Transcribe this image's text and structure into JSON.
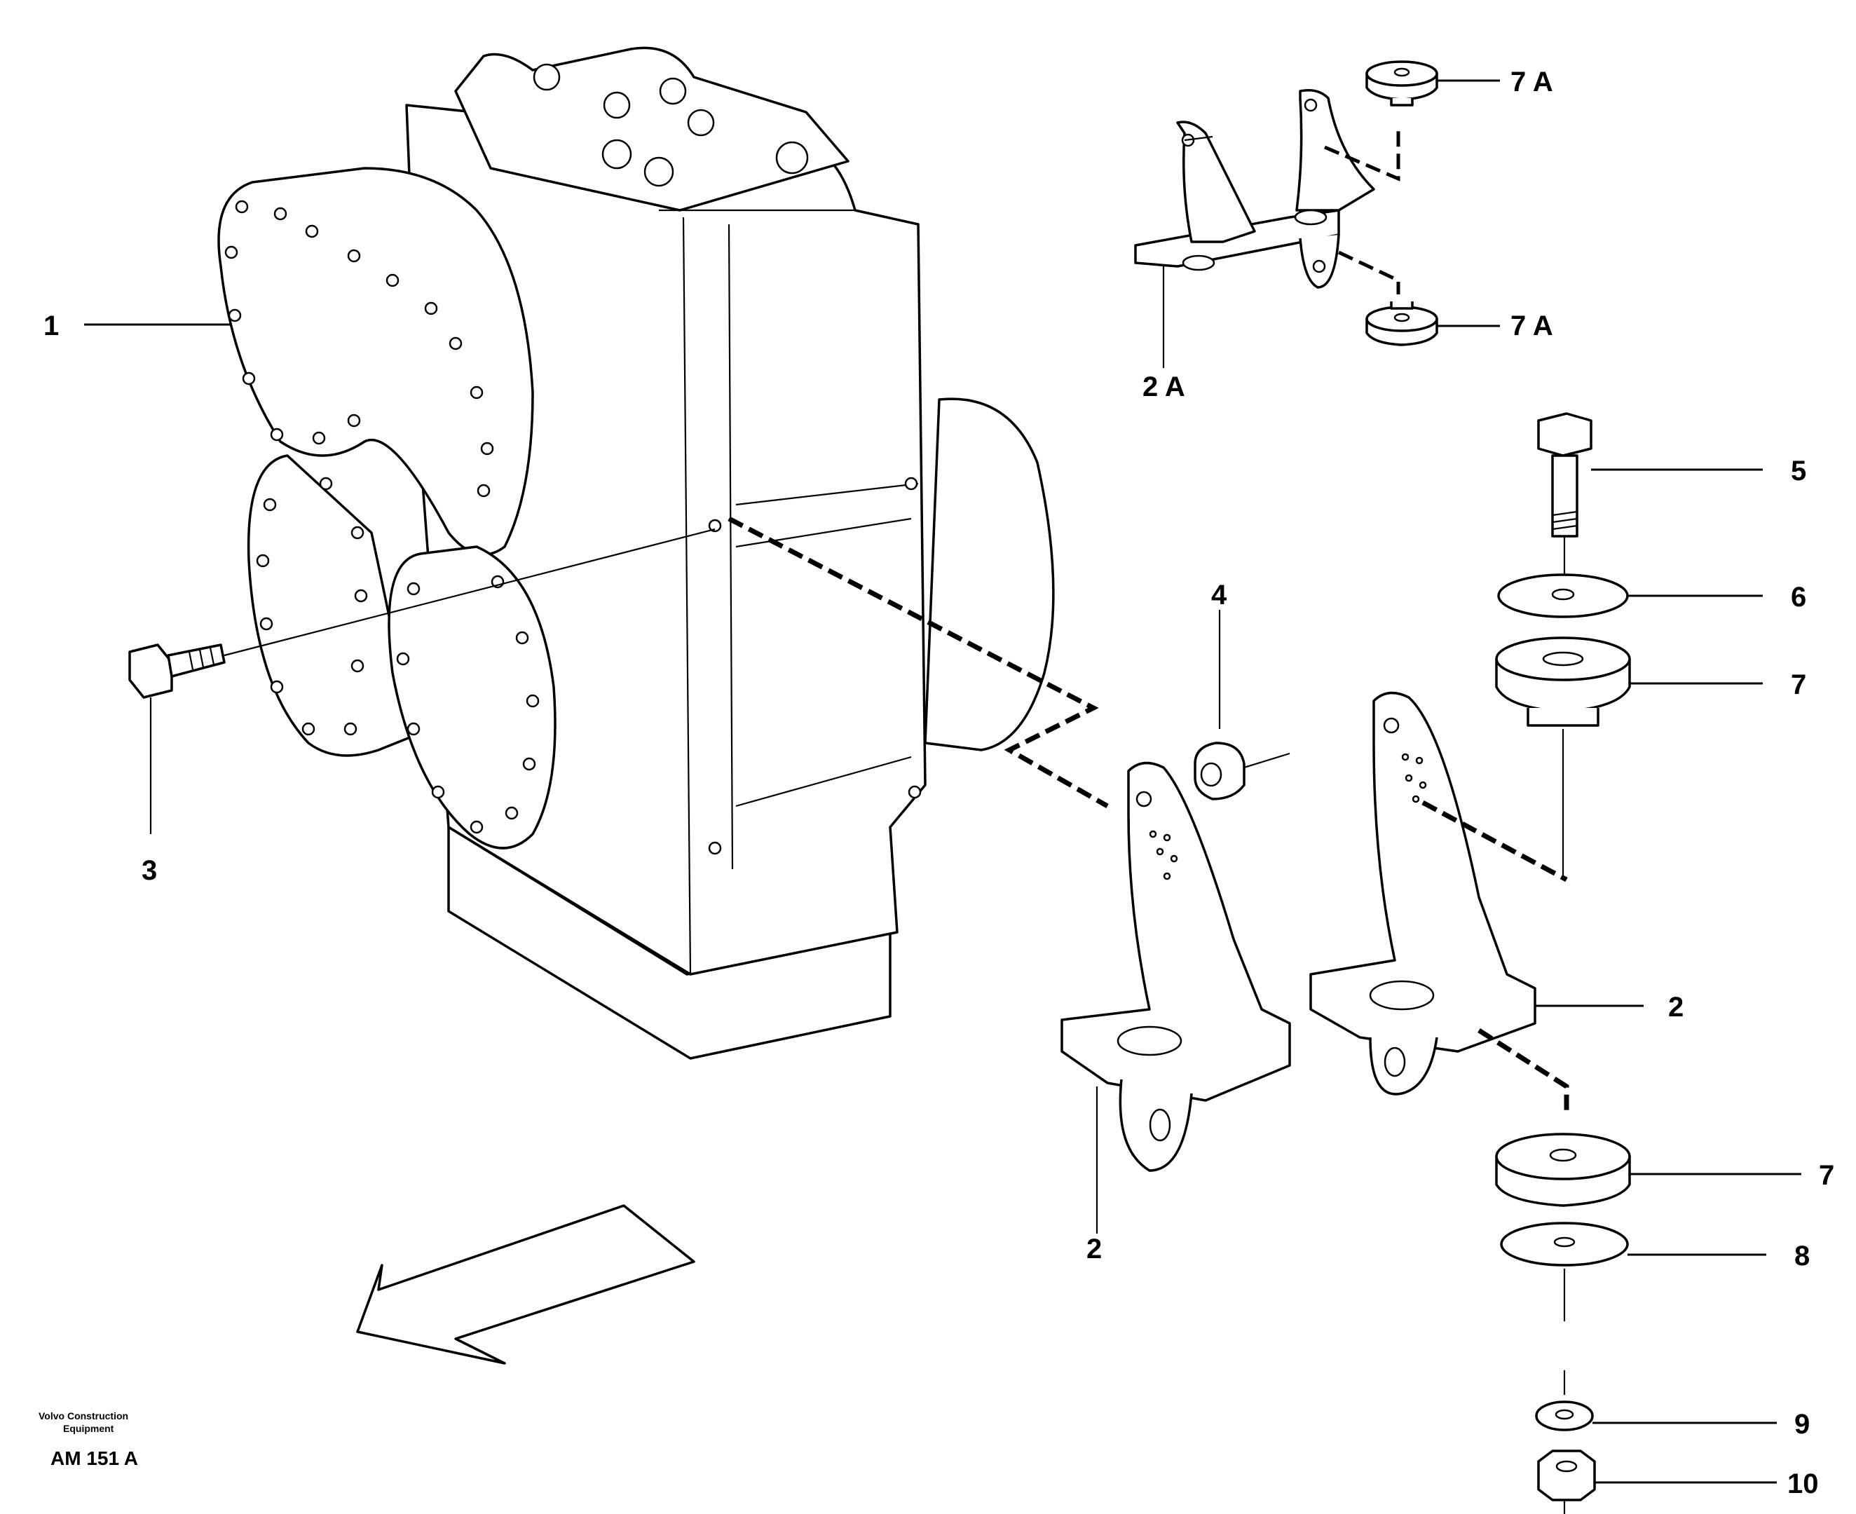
{
  "callouts": {
    "c1": "1",
    "c2a": "2 A",
    "c7a_top": "7 A",
    "c7a_bottom": "7 A",
    "c5": "5",
    "c6": "6",
    "c7_upper": "7",
    "c4": "4",
    "c3": "3",
    "c2_right": "2",
    "c2_left": "2",
    "c7_lower": "7",
    "c8": "8",
    "c9": "9",
    "c10": "10"
  },
  "footer": {
    "brand_line1": "Volvo Construction",
    "brand_line2": "Equipment",
    "drawing_id": "AM 151 A"
  },
  "icons": {
    "direction": "arrow-direction-icon"
  }
}
